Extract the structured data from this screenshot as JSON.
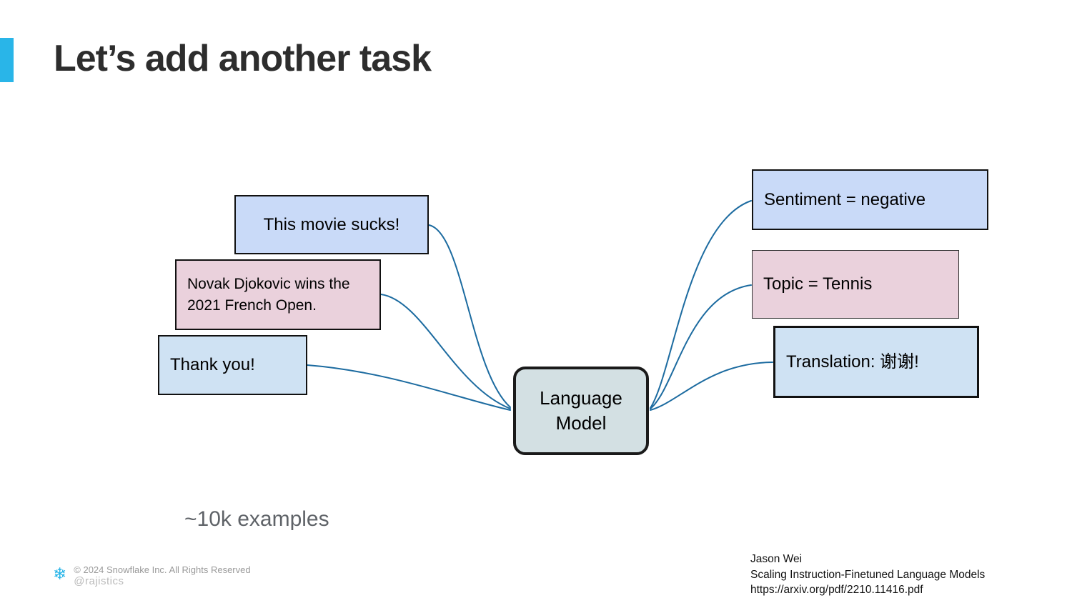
{
  "title": "Let’s add another task",
  "annotation": "~10k examples",
  "colors": {
    "accent_bar": "#29b5e8",
    "input_blue": "#c9daf8",
    "pale_blue": "#cfe2f3",
    "pink": "#ead1dc",
    "model_fill": "#d3e0e3",
    "connector_line": "#1c6ba0",
    "title_text": "#2d2d2d",
    "annotation_text": "#5f6368"
  },
  "diagram": {
    "model": {
      "label": "Language Model"
    },
    "inputs": [
      {
        "label": "This movie sucks!"
      },
      {
        "label": "Novak Djokovic wins the 2021 French Open."
      },
      {
        "label": "Thank you!"
      }
    ],
    "outputs": [
      {
        "label": "Sentiment = negative"
      },
      {
        "label": "Topic = Tennis"
      },
      {
        "label": "Translation: 谢谢!"
      }
    ]
  },
  "footer": {
    "left": {
      "logo": "snowflake-icon",
      "logo_glyph": "❄",
      "copyright": "© 2024 Snowflake Inc. All Rights Reserved",
      "handle": "@rajistics"
    },
    "right": {
      "line1": "Jason Wei",
      "line2": "Scaling Instruction-Finetuned Language Models",
      "line3": "https://arxiv.org/pdf/2210.11416.pdf"
    }
  }
}
